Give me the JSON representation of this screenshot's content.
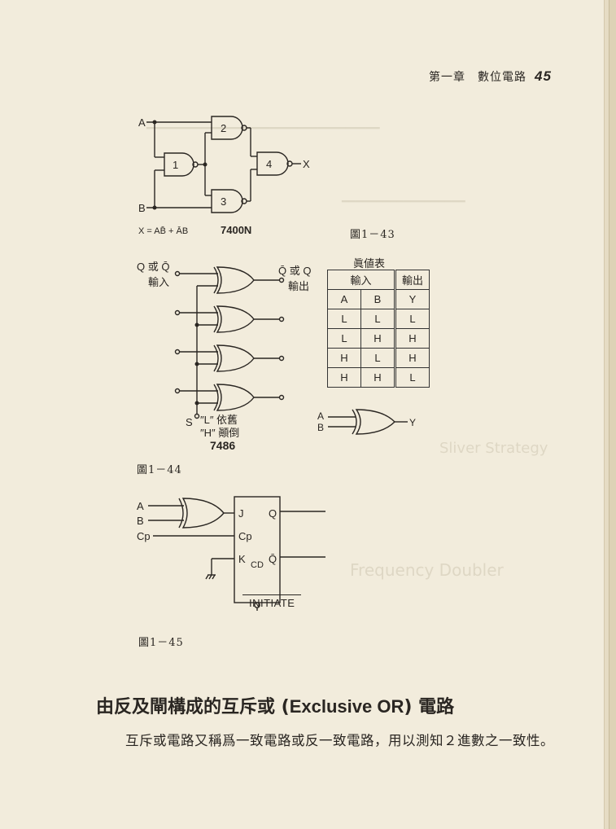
{
  "running_head": {
    "chapter": "第一章　數位電路",
    "page_number": "45"
  },
  "figure_1_43": {
    "caption": "圖1－43",
    "inputs": [
      "A",
      "B"
    ],
    "output": "X",
    "gate_labels": [
      "1",
      "2",
      "3",
      "4"
    ],
    "equation": "X = AB̄ + ĀB",
    "chip": "7400N"
  },
  "figure_1_44": {
    "caption": "圖1－44",
    "input_label_top": "Q 或 Q̄",
    "input_label_bottom": "輸入",
    "output_label_top": "Q̄ 或 Q",
    "output_label_bottom": "輸出",
    "select_pin": "S",
    "select_L": "″L″ 依舊",
    "select_H": "″H″ 顚倒",
    "chip": "7486"
  },
  "truth_table": {
    "title": "眞値表",
    "group_headers": [
      "輸入",
      "輸出"
    ],
    "columns": [
      "A",
      "B",
      "Y"
    ],
    "rows": [
      [
        "L",
        "L",
        "L"
      ],
      [
        "L",
        "H",
        "H"
      ],
      [
        "H",
        "L",
        "H"
      ],
      [
        "H",
        "H",
        "L"
      ]
    ]
  },
  "xor_symbol": {
    "inputs": [
      "A",
      "B"
    ],
    "output": "Y"
  },
  "figure_1_45": {
    "caption": "圖1－45",
    "inputs": [
      "A",
      "B",
      "Cp"
    ],
    "ff_pins": [
      "J",
      "Q",
      "Cp",
      "K",
      "CD",
      "Q̄"
    ],
    "initiate": "INITIATE"
  },
  "section_heading": {
    "pre": "由反及閘構成的互斥或 (",
    "en": "Exclusive OR",
    "post": ") 電路"
  },
  "body_text": "互斥或電路又稱爲一致電路或反一致電路，用以測知２進數之一致性。"
}
